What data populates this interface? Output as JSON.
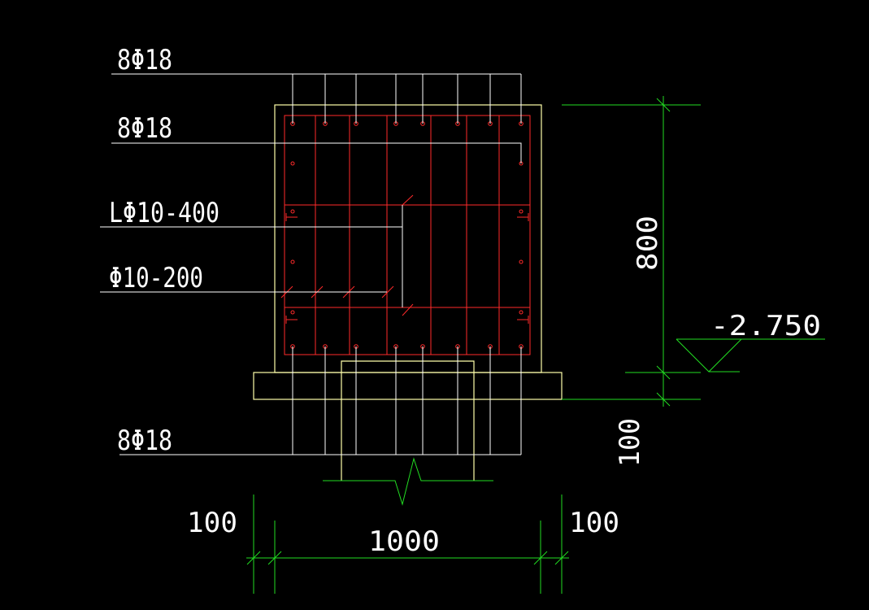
{
  "drawing": {
    "labels": {
      "top_bars": "8Φ18",
      "side_bars": "8Φ18",
      "tie_l": "LΦ10-400",
      "stirrups": "Φ10-200",
      "bottom_bars": "8Φ18"
    },
    "dimensions": {
      "height": "800",
      "step": "100",
      "left_offset": "100",
      "width": "1000",
      "right_offset": "100"
    },
    "elevation": "-2.750"
  },
  "colors": {
    "background": "#000000",
    "outline": "#ffffaa",
    "leader": "#ffffff",
    "rebar": "#ff2a2a",
    "dimension": "#22dd22",
    "text": "#ffffff"
  }
}
